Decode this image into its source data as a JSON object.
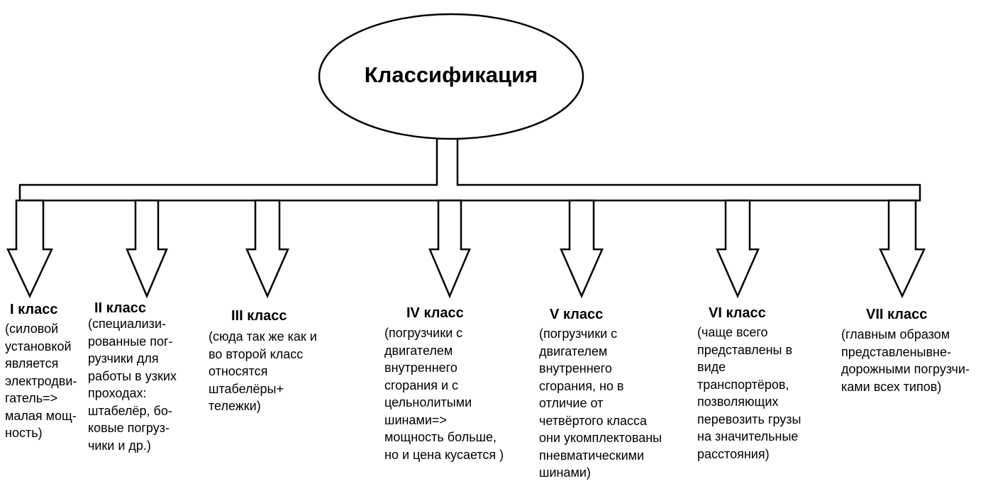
{
  "root": {
    "label": "Классификация"
  },
  "classes": [
    {
      "title": "I класс",
      "lines": [
        "(силовой",
        "установкой",
        "является",
        "электродви-",
        "гатель=>",
        "малая мощ-",
        "ность)"
      ]
    },
    {
      "title": "II класс",
      "lines": [
        "(специализи-",
        "рованные пог-",
        "рузчики для",
        "работы в узких",
        "проходах:",
        "штабелёр, бо-",
        "ковые погруз-",
        "чики и др.)"
      ]
    },
    {
      "title": "III класс",
      "lines": [
        "(сюда так же как и",
        "во второй класс",
        "относятся",
        "штабелёры+",
        "тележки)"
      ]
    },
    {
      "title": "IV класс",
      "lines": [
        "(погрузчики с",
        "двигателем",
        "внутреннего",
        "сгорания и с",
        "цельнолитыми",
        "шинами=>",
        "мощность больше,",
        "но и цена кусается )"
      ]
    },
    {
      "title": "V класс",
      "lines": [
        "(погрузчики с",
        "двигателем",
        "внутреннего",
        "сгорания, но в",
        "отличие от",
        "четвёртого класса",
        "они укомплектованы",
        "пневматическими",
        "шинами)"
      ]
    },
    {
      "title": "VI класс",
      "lines": [
        "(чаще всего",
        "представлены в",
        "виде",
        "транспортёров,",
        "позволяющих",
        "перевозить грузы",
        "на значительные",
        "расстояния)"
      ]
    },
    {
      "title": "VII класс",
      "lines": [
        "(главным образом",
        "представленывне-",
        "дорожными погрузчи-",
        "ками всех типов)"
      ]
    }
  ]
}
